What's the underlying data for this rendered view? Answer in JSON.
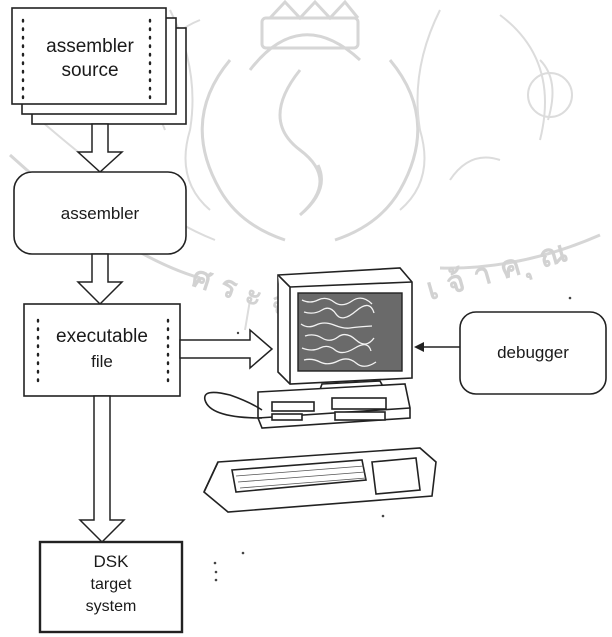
{
  "diagram": {
    "nodes": {
      "source": {
        "lines": [
          "assembler",
          "source"
        ]
      },
      "assembler": {
        "lines": [
          "assembler"
        ]
      },
      "executable": {
        "lines": [
          "executable",
          "file"
        ]
      },
      "debugger": {
        "lines": [
          "debugger"
        ]
      },
      "target": {
        "lines": [
          "DSK",
          "target",
          "system"
        ]
      }
    },
    "watermark": {
      "lines": [
        "ศ ร ะ จ อ ม",
        "เ จ้ า ค ุ ณ"
      ]
    },
    "colors": {
      "ink": "#222222",
      "watermark": "#d6d6d6",
      "screen": "#555555"
    }
  }
}
